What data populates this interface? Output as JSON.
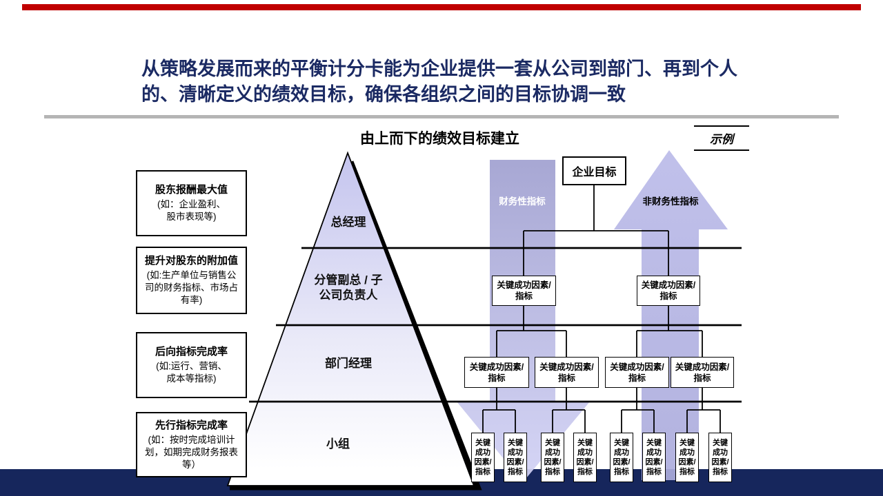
{
  "header": {
    "title": "从策略发展而来的平衡计分卡能为企业提供一套从公司到部门、再到个人\n的、清晰定义的绩效目标，确保各组织之间的目标协调一致"
  },
  "diagram": {
    "subtitle": "由上而下的绩效目标建立",
    "example_label": "示例",
    "goal_box_label": "企业目标",
    "financial_arrow_label": "财务性指标",
    "non_financial_arrow_label": "非财务性指标",
    "ksf_box_two_line": "关键成功因素/\n指标",
    "ksf_box_four_line": "关键\n成功\n因素/\n指标",
    "pyramid_levels": [
      "总经理",
      "分管副总 / 子\n公司负责人",
      "部门经理",
      "小组"
    ]
  },
  "left_boxes": [
    {
      "title": "股东报酬最大值",
      "desc": "(如：企业盈利、\n股市表现等)"
    },
    {
      "title": "提升对股东的附加值",
      "desc": "(如:生产单位与销售公\n司的财务指标、市场占\n有率)"
    },
    {
      "title": "后向指标完成率",
      "desc": "(如:运行、营销、\n成本等指标)"
    },
    {
      "title": "先行指标完成率",
      "desc": "(如：按时完成培训计\n划，如期完成财务报表\n等）"
    }
  ],
  "colors": {
    "accent_red": "#C00000",
    "title_navy": "#1B2A63",
    "footer_navy": "#16265C",
    "arrow_purple": "#B4B4E3",
    "arrow_purple_dark": "#A0A0D0",
    "arrow_purple_light": "#D2D2F5",
    "pyramid_top_purple": "#C4C4EE",
    "divider_gray": "#B5B5B5"
  }
}
